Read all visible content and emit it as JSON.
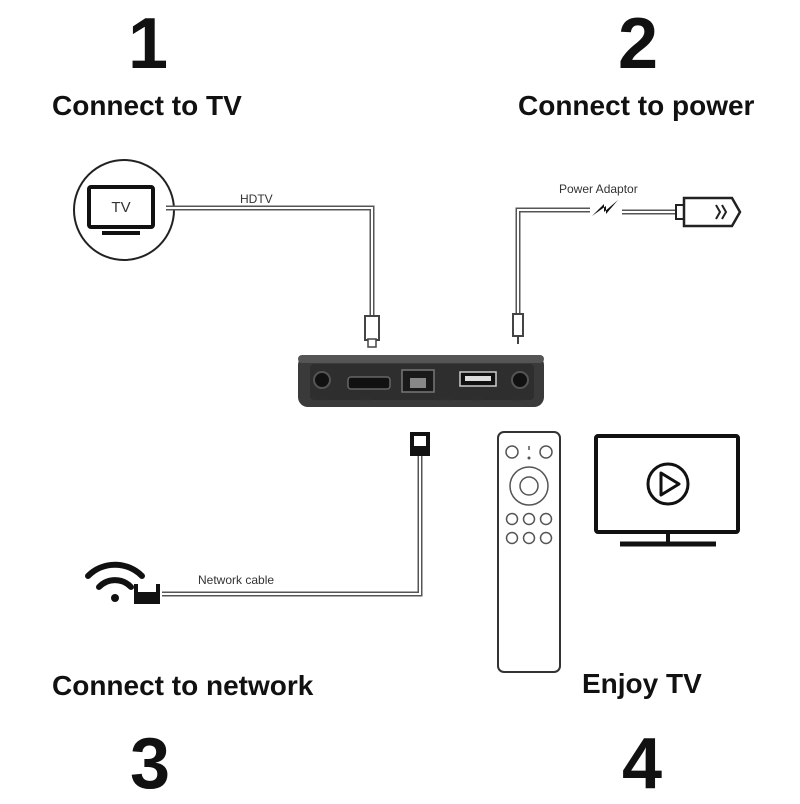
{
  "steps": [
    {
      "number": "1",
      "title": "Connect to TV"
    },
    {
      "number": "2",
      "title": "Connect to power"
    },
    {
      "number": "3",
      "title": "Connect to network"
    },
    {
      "number": "4",
      "title": "Enjoy TV"
    }
  ],
  "labels": {
    "tv_icon_text": "TV",
    "hdtv": "HDTV",
    "power_adaptor": "Power Adaptor",
    "network_cable": "Network cable"
  },
  "box_ports": [
    "AV OUT",
    "HDMI",
    "Ethernet",
    "USB",
    "DC5V"
  ],
  "icons": [
    "tv-icon",
    "plug-icon",
    "wifi-icon",
    "remote-control-icon",
    "play-icon",
    "lightning-icon"
  ]
}
